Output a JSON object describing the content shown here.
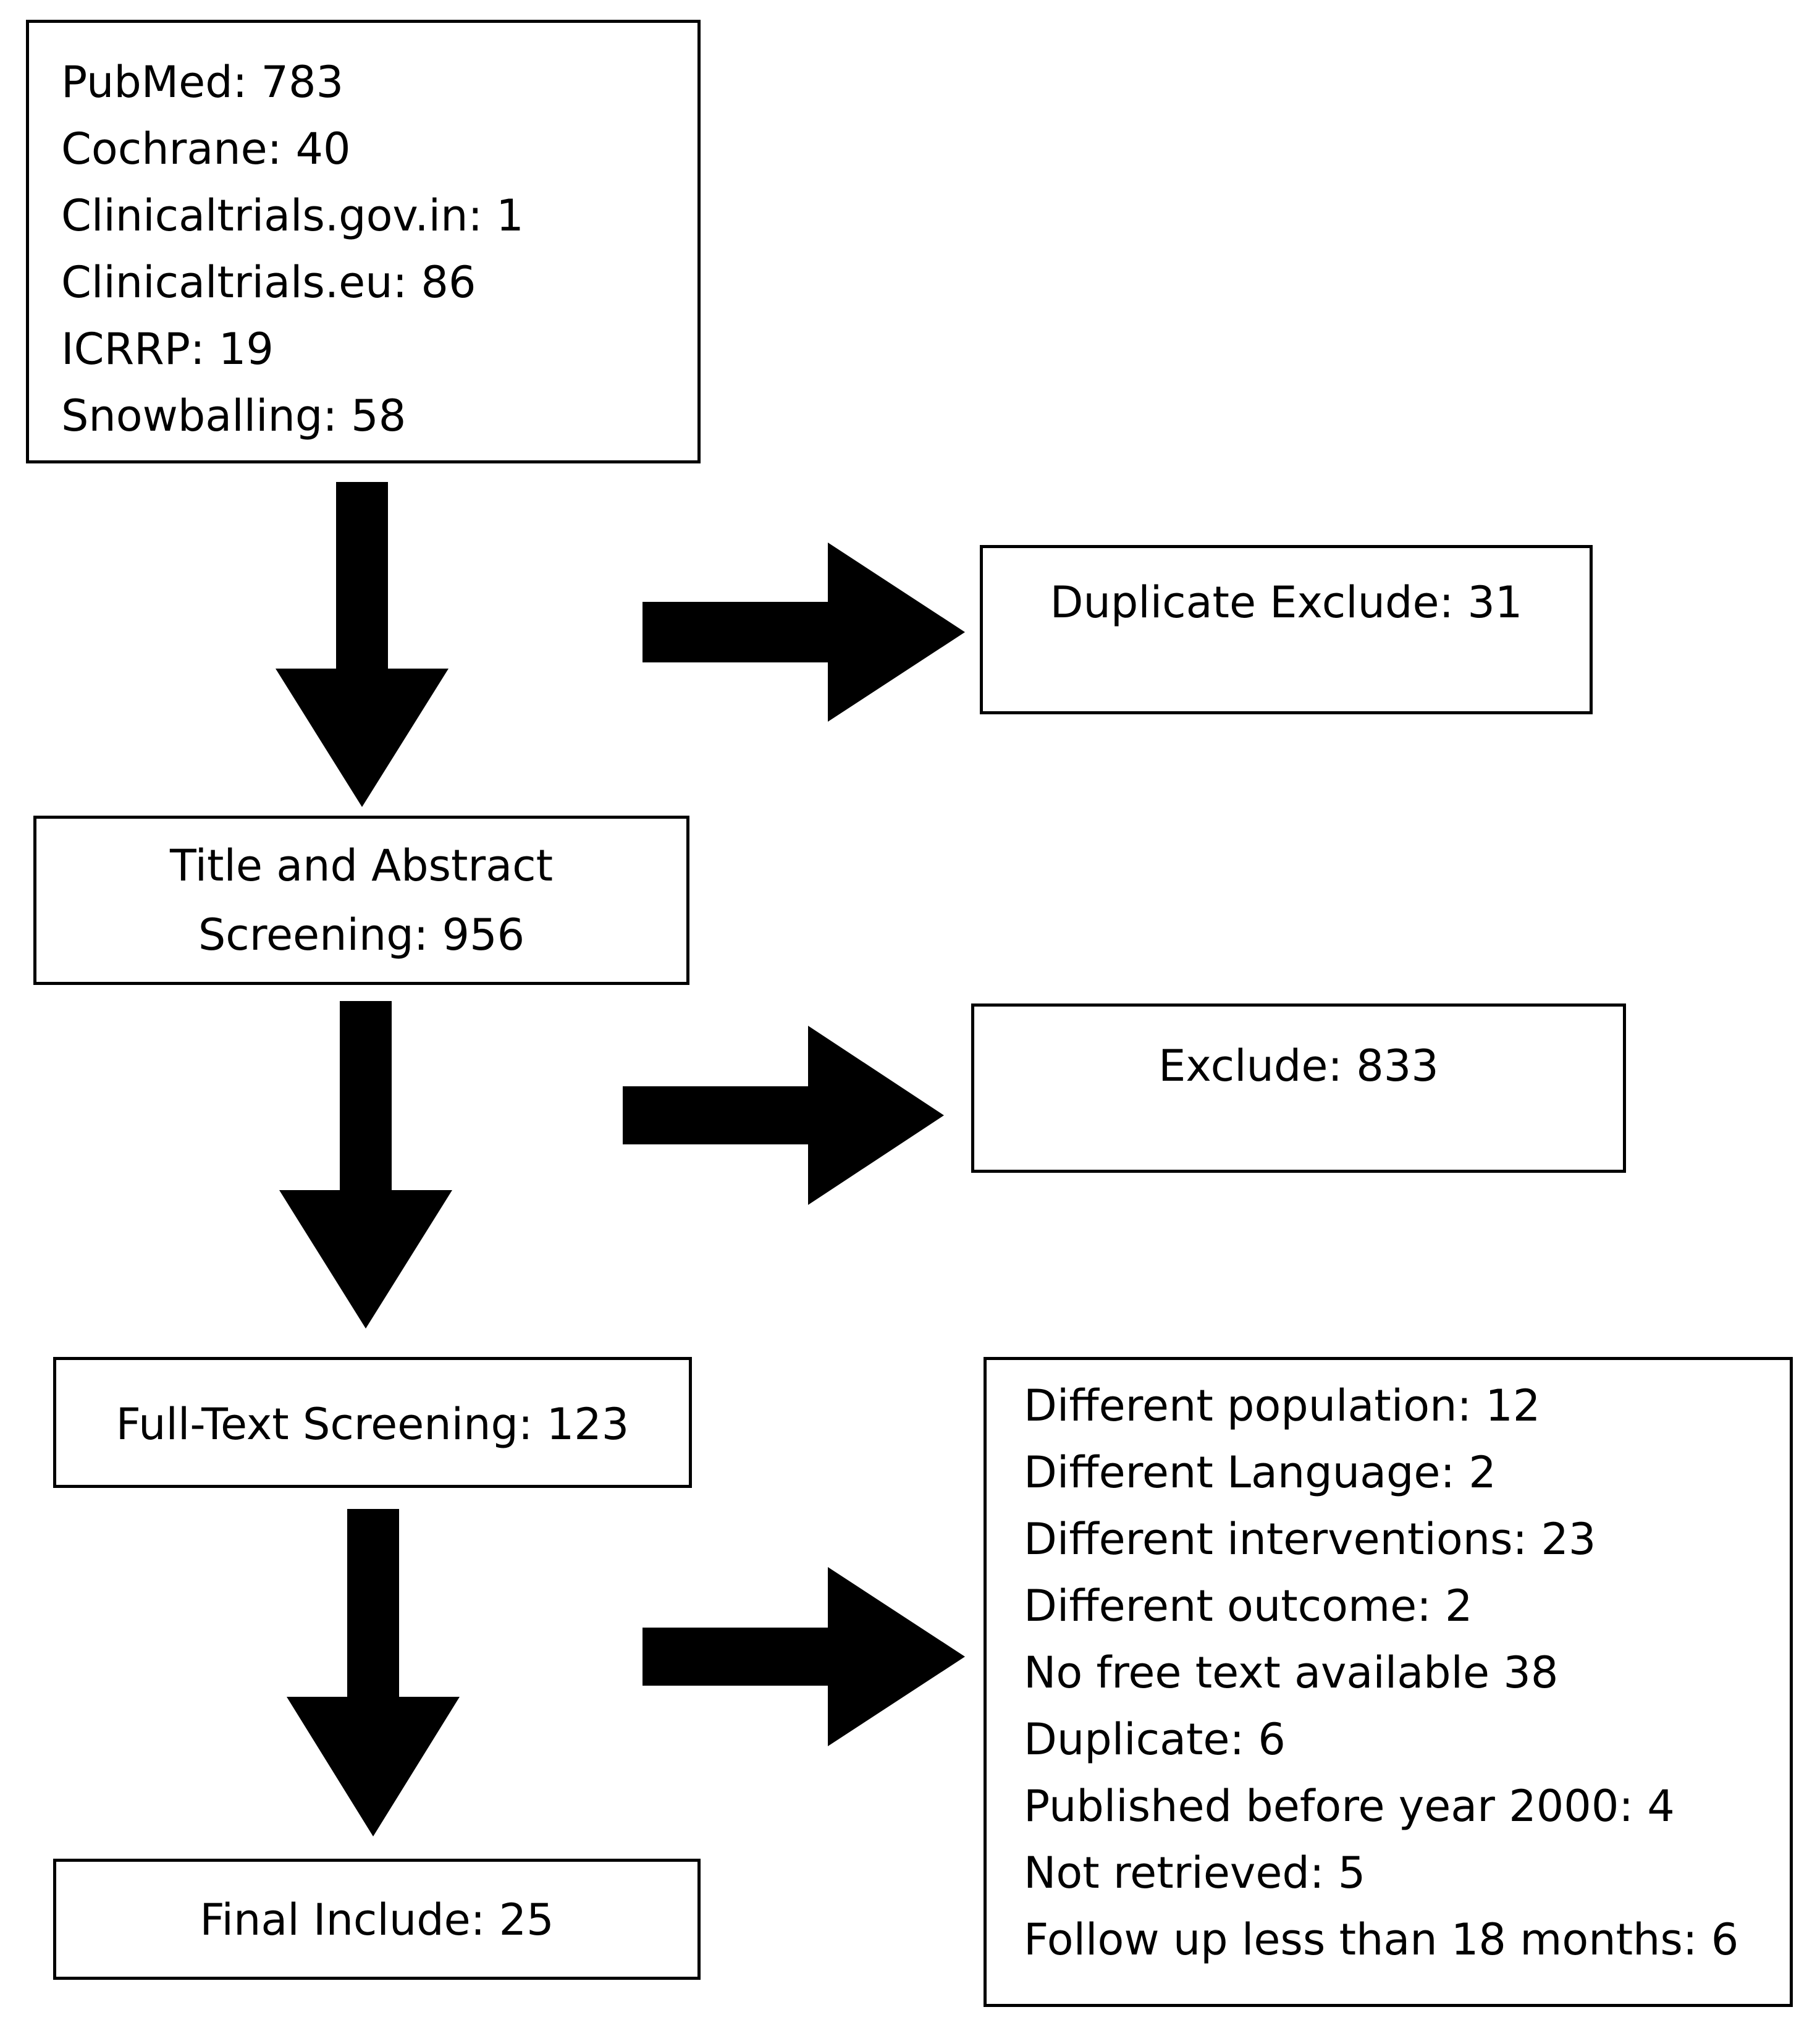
{
  "sources": {
    "lines": [
      "PubMed: 783",
      "Cochrane: 40",
      "Clinicaltrials.gov.in: 1",
      "Clinicaltrials.eu: 86",
      "ICRRP: 19",
      "Snowballing: 58"
    ]
  },
  "duplicate_exclude": {
    "text": "Duplicate Exclude: 31"
  },
  "title_abstract": {
    "line1": "Title and Abstract",
    "line2": "Screening: 956"
  },
  "exclude": {
    "text": "Exclude: 833"
  },
  "full_text": {
    "text": "Full-Text Screening: 123"
  },
  "exclusion_reasons": {
    "lines": [
      "Different population: 12",
      "Different Language: 2",
      "Different interventions: 23",
      "Different outcome: 2",
      "No free text available 38",
      "Duplicate: 6",
      "Published before year 2000: 4",
      "Not retrieved: 5",
      "Follow up less than 18 months: 6"
    ]
  },
  "final_include": {
    "text": "Final Include: 25"
  },
  "colors": {
    "ink": "#000000",
    "background": "#ffffff"
  }
}
